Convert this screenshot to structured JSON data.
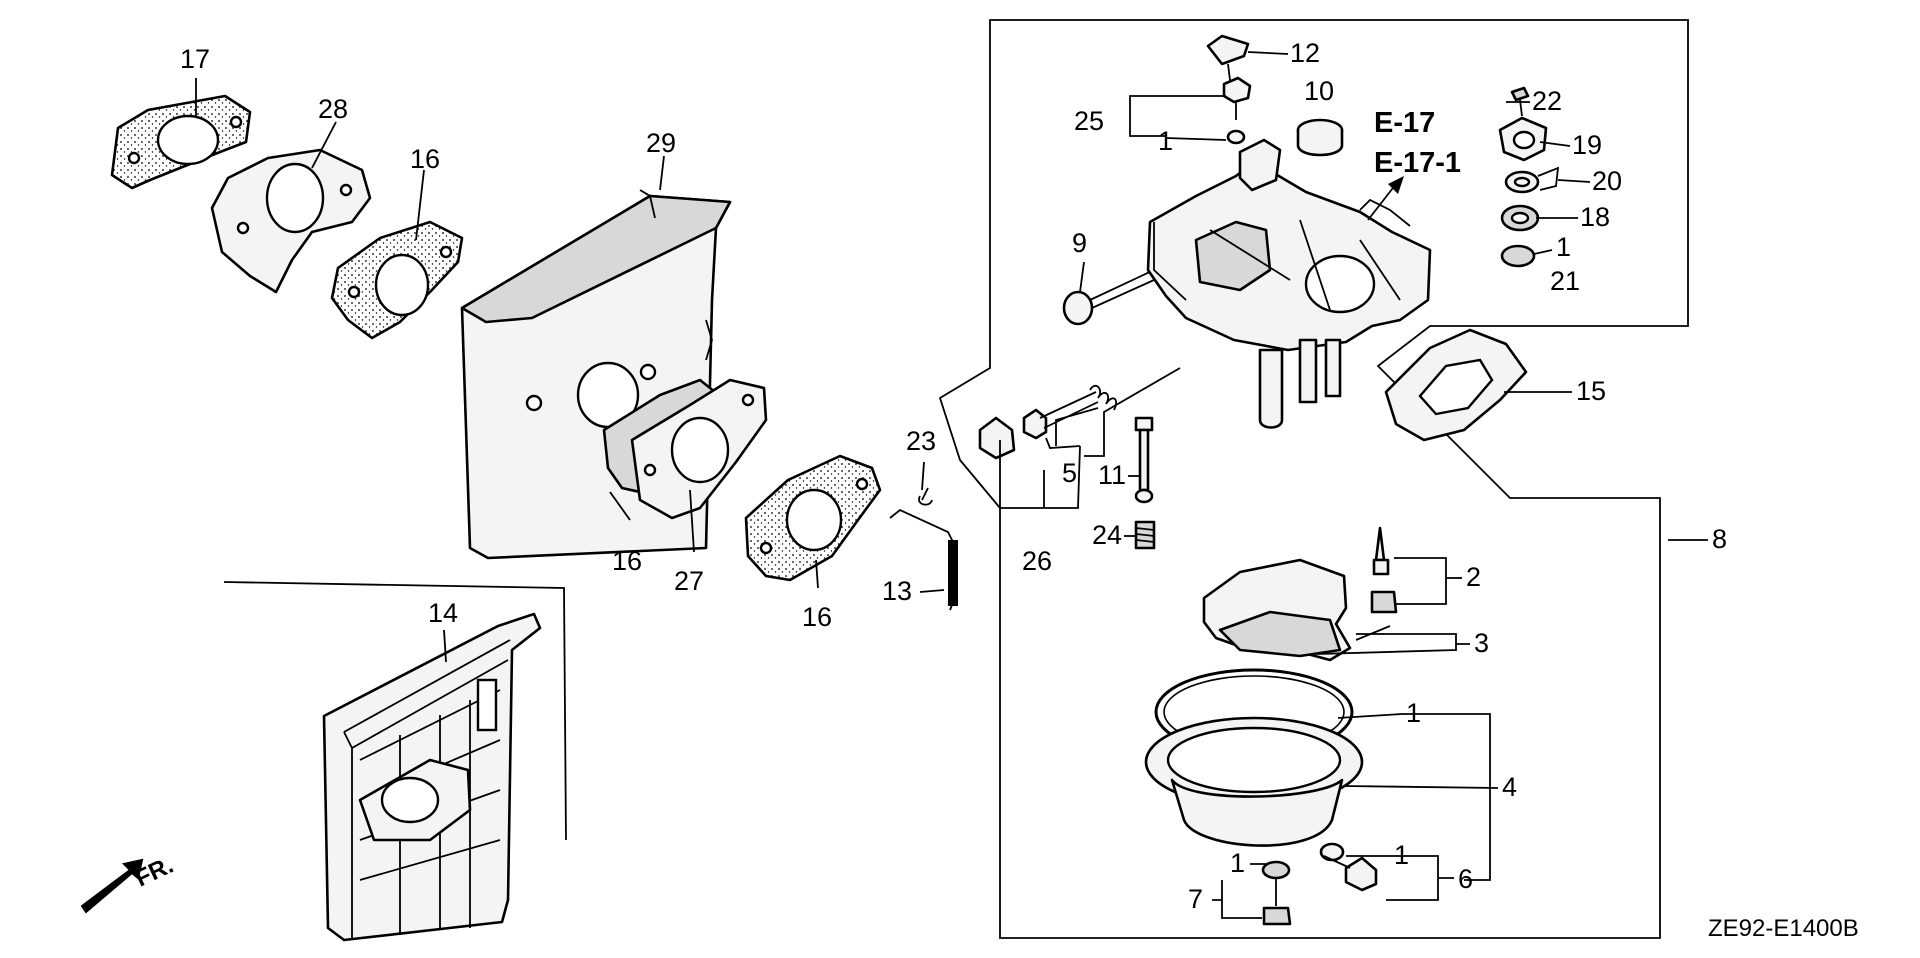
{
  "diagram": {
    "drawing_code": "ZE92-E1400B",
    "front_label": "FR.",
    "ref_labels": [
      "E-17",
      "E-17-1"
    ],
    "callouts": {
      "c17": "17",
      "c28": "28",
      "c16a": "16",
      "c29": "29",
      "c16b": "16",
      "c27": "27",
      "c16c": "16",
      "c14": "14",
      "c23": "23",
      "c13": "13",
      "c26": "26",
      "c5": "5",
      "c11": "11",
      "c24": "24",
      "c9": "9",
      "c12": "12",
      "c25": "25",
      "c1a": "1",
      "c10": "10",
      "c22": "22",
      "c19": "19",
      "c20": "20",
      "c18": "18",
      "c1b": "1",
      "c21": "21",
      "c15": "15",
      "c8": "8",
      "c2": "2",
      "c3": "3",
      "c1c": "1",
      "c4": "4",
      "c1d": "1",
      "c6": "6",
      "c1e": "1",
      "c7": "7"
    }
  }
}
